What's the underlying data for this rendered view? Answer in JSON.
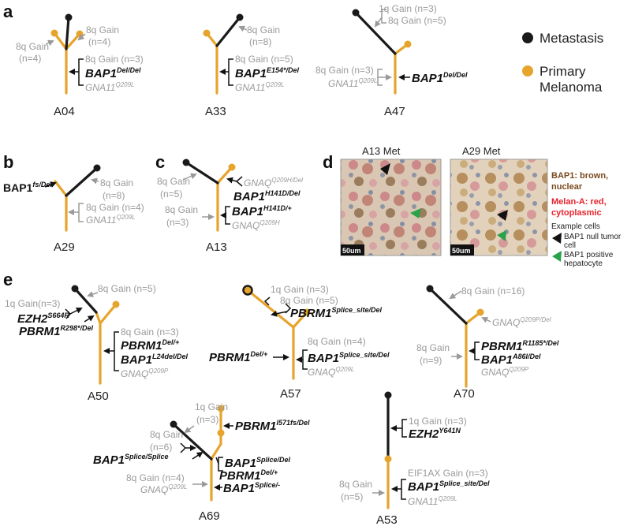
{
  "panels": {
    "a": "a",
    "b": "b",
    "c": "c",
    "d": "d",
    "e": "e"
  },
  "colors": {
    "metastasis": "#1a1a1a",
    "primary": "#E6A42C",
    "grey_text": "#9a9a9a",
    "bap1_label": "#7a4a1e",
    "melan_label": "#e8232d",
    "green_arrow": "#2aa24a"
  },
  "legend": {
    "metastasis": "Metastasis",
    "primary_line1": "Primary",
    "primary_line2": "Melanoma"
  },
  "trees": {
    "A04": {
      "name": "A04",
      "gain_right": "8q Gain",
      "gain_right_n": "(n=4)",
      "gain_left": "8q Gain",
      "gain_left_n": "(n=4)",
      "trunk_gain": "8q Gain (n=3)",
      "gene": "BAP1",
      "gene_sup": "Del/Del",
      "gnaq": "GNA11",
      "gnaq_sup": "Q209L"
    },
    "A33": {
      "name": "A33",
      "gain_right": "8q Gain",
      "gain_right_n": "(n=8)",
      "trunk_gain": "8q Gain (n=5)",
      "gene": "BAP1",
      "gene_sup": "E154*/Del",
      "gnaq": "GNA11",
      "gnaq_sup": "Q209L"
    },
    "A47": {
      "name": "A47",
      "gain1": "1q Gain (n=3)",
      "gain2": "8q Gain (n=5)",
      "trunk_gain": "8q Gain (n=3)",
      "gnaq": "GNA11",
      "gnaq_sup": "Q209L",
      "gene": "BAP1",
      "gene_sup": "Del/Del"
    },
    "A29": {
      "name": "A29",
      "gene": "BAP1",
      "gene_sup": "fs/Del",
      "gain_met": "8q Gain",
      "gain_met_n": "(n=8)",
      "trunk_gain": "8q Gain (n=4)",
      "gnaq": "GNA11",
      "gnaq_sup": "Q209L"
    },
    "A13": {
      "name": "A13",
      "gain_met": "8q Gain",
      "gain_met_n": "(n=5)",
      "gnaq_branch": "GNAQ",
      "gnaq_branch_sup": "Q209H/Del",
      "gene_branch": "BAP1",
      "gene_branch_sup": "H141D/Del",
      "trunk_gain": "8q Gain",
      "trunk_gain_n": "(n=3)",
      "gene": "BAP1",
      "gene_sup": "H141D/+",
      "gnaq": "GNAQ",
      "gnaq_sup": "Q209H"
    },
    "A50": {
      "name": "A50",
      "gain_met": "8q Gain (n=5)",
      "gain_1q": "1q Gain(n=3)",
      "ezh2": "EZH2",
      "ezh2_sup": "S664R",
      "pbrm1_branch": "PBRM1",
      "pbrm1_branch_sup": "R298*/Del",
      "trunk_gain": "8q Gain (n=3)",
      "pbrm1": "PBRM1",
      "pbrm1_sup": "Del/+",
      "bap1": "BAP1",
      "bap1_sup": "L24del/Del",
      "gnaq": "GNAQ",
      "gnaq_sup": "Q209P"
    },
    "A57": {
      "name": "A57",
      "gain1": "1q Gain (n=3)",
      "gain2": "8q Gain (n=5)",
      "pbrm1_branch": "PBRM1",
      "pbrm1_branch_sup": "Splice_site/Del",
      "trunk_gain": "8q Gain (n=4)",
      "pbrm1": "PBRM1",
      "pbrm1_sup": "Del/+",
      "bap1": "BAP1",
      "bap1_sup": "Splice_site/Del",
      "gnaq": "GNAQ",
      "gnaq_sup": "Q209L"
    },
    "A70": {
      "name": "A70",
      "gain_met": "8q Gain (n=16)",
      "gnaq_branch": "GNAQ",
      "gnaq_branch_sup": "Q209P/Del",
      "trunk_gain": "8q Gain",
      "trunk_gain_n": "(n=9)",
      "pbrm1": "PBRM1",
      "pbrm1_sup": "R1185*/Del",
      "bap1": "BAP1",
      "bap1_sup": "A86I/Del",
      "gnaq": "GNAQ",
      "gnaq_sup": "Q209P"
    },
    "A69": {
      "name": "A69",
      "gain_1q": "1q Gain",
      "gain_1q_n": "(n=3)",
      "pbrm1_top": "PBRM1",
      "pbrm1_top_sup": "I571fs/Del",
      "gain_met": "8q Gain",
      "gain_met_n": "(n=6)",
      "bap1_met": "BAP1",
      "bap1_met_sup": "Splice/Splice",
      "bap1_branch": "BAP1",
      "bap1_branch_sup": "Splice/Del",
      "pbrm1_branch": "PBRM1",
      "pbrm1_branch_sup": "Del/+",
      "trunk_gain": "8q Gain (n=4)",
      "gnaq": "GNAQ",
      "gnaq_sup": "Q209L",
      "bap1": "BAP1",
      "bap1_sup": "Splice/-"
    },
    "A53": {
      "name": "A53",
      "gain_1q": "1q Gain (n=3)",
      "ezh2": "EZH2",
      "ezh2_sup": "Y641N",
      "eif": "EIF1AX Gain (n=3)",
      "trunk_gain": "8q Gain",
      "trunk_gain_n": "(n=5)",
      "bap1": "BAP1",
      "bap1_sup": "Splice_site/Del",
      "gna11": "GNA11",
      "gna11_sup": "Q209L"
    }
  },
  "ihc": {
    "title_left": "A13 Met",
    "title_right": "A29 Met",
    "scale_left": "50um",
    "scale_right": "50um",
    "bap1_line1": "BAP1: brown,",
    "bap1_line2": "nuclear",
    "melan_line1": "Melan-A: red,",
    "melan_line2": "cytoplasmic",
    "example": "Example cells",
    "null_line1": "BAP1 null tumor",
    "null_line2": "cell",
    "pos_line1": "BAP1 positive",
    "pos_line2": "hepatocyte"
  }
}
